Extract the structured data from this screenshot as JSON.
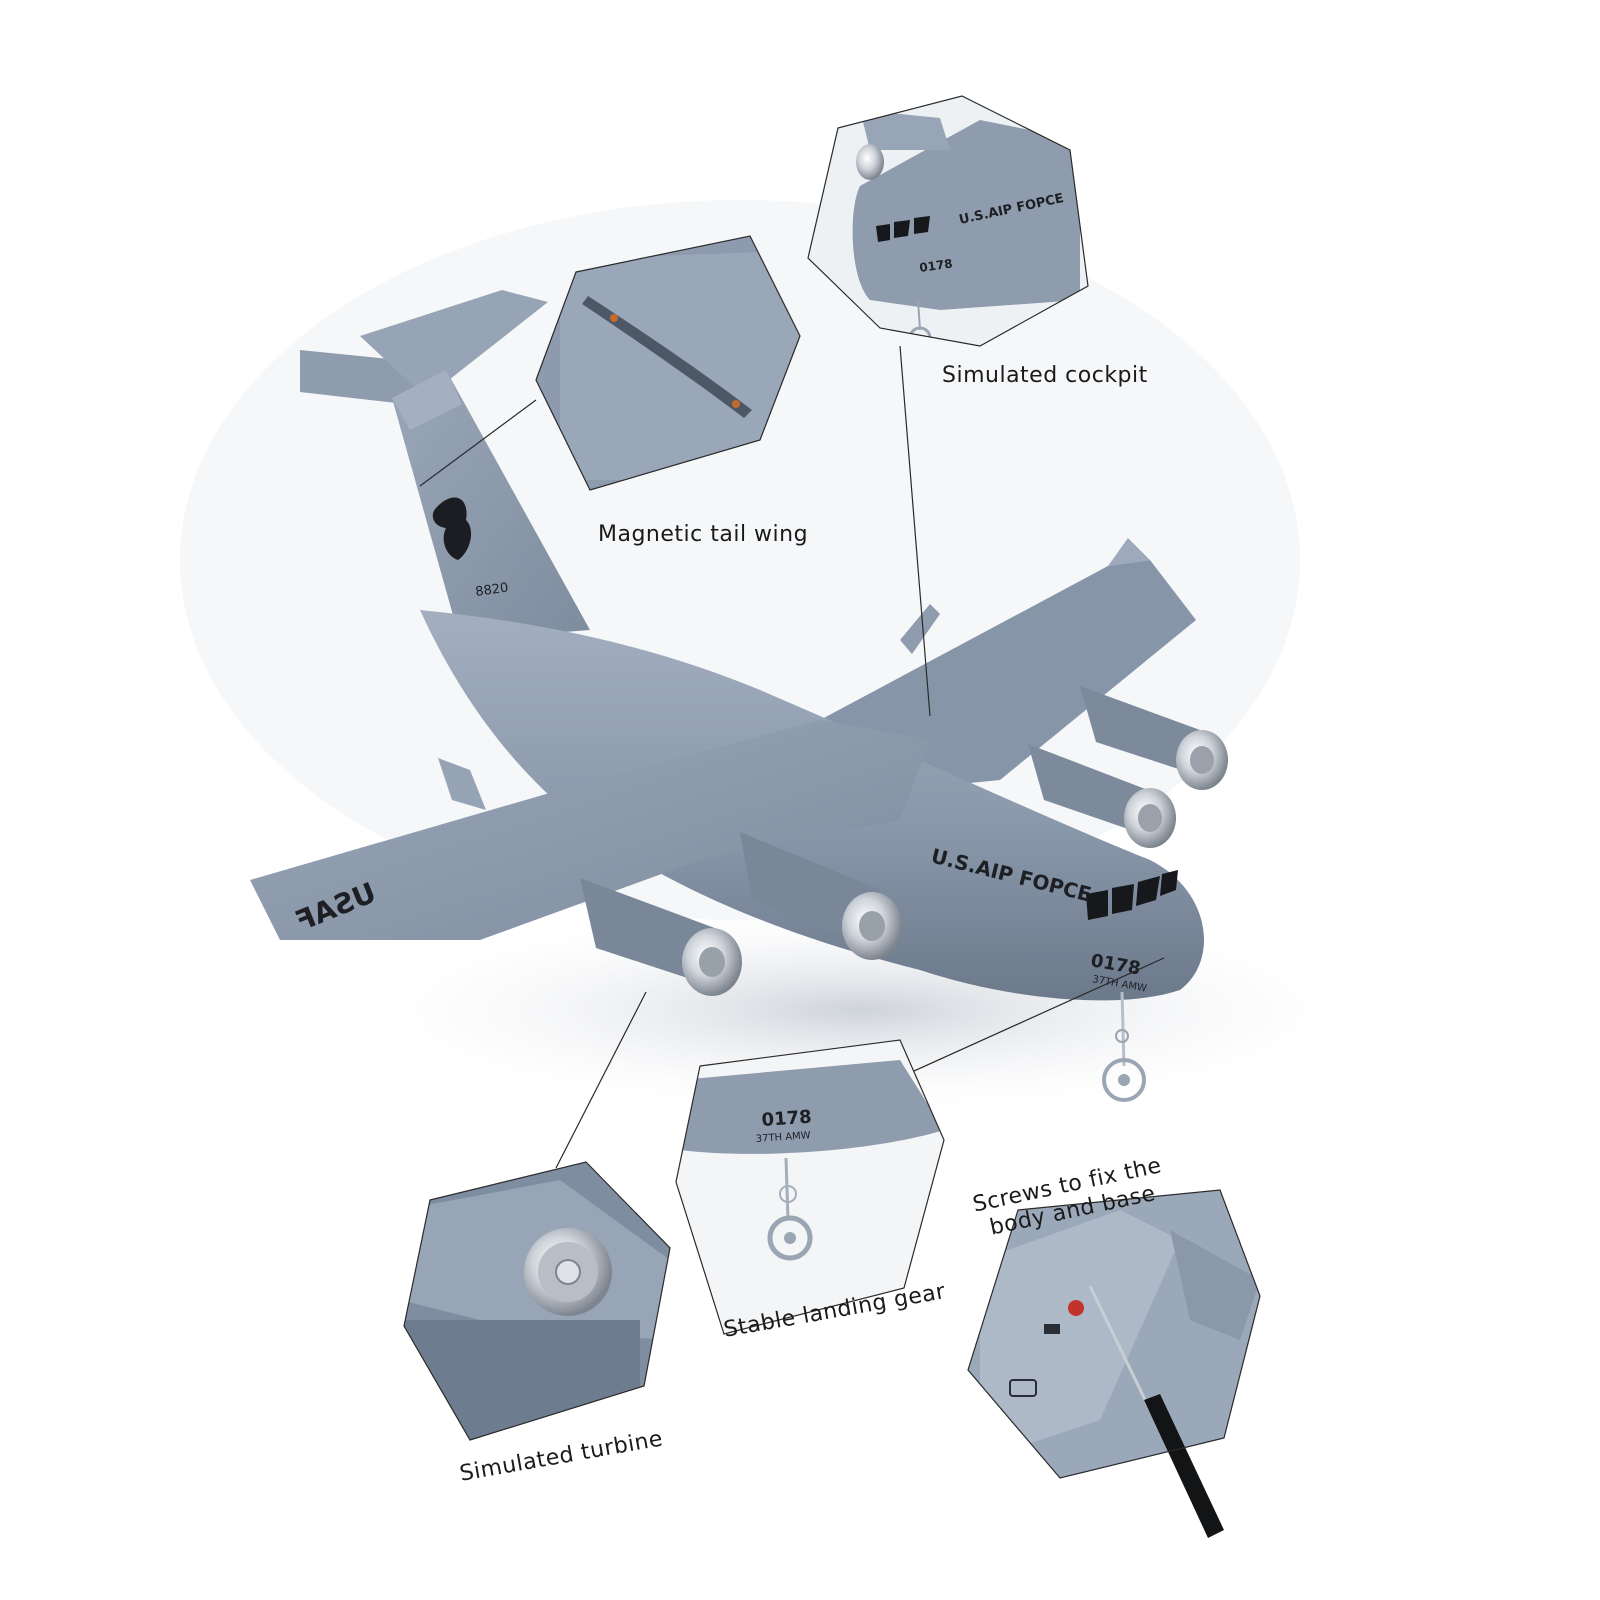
{
  "callouts": {
    "tail_wing": "Magnetic tail wing",
    "cockpit": "Simulated cockpit",
    "landing_gear": "Stable landing gear",
    "turbine": "Simulated turbine",
    "screws": "Screws to fix the body and base"
  },
  "aircraft_markings": {
    "tail_number": "8820",
    "fuselage_text": "U.S.AIP FOPCE",
    "nose_number": "0178",
    "unit": "37TH AMW",
    "wing_text": "USAF"
  },
  "colors": {
    "airframe": "#8a98ab",
    "airframe_dark": "#6c798b",
    "airframe_light": "#aab6c6",
    "chrome": "#d9dde2",
    "background": "#ffffff"
  }
}
